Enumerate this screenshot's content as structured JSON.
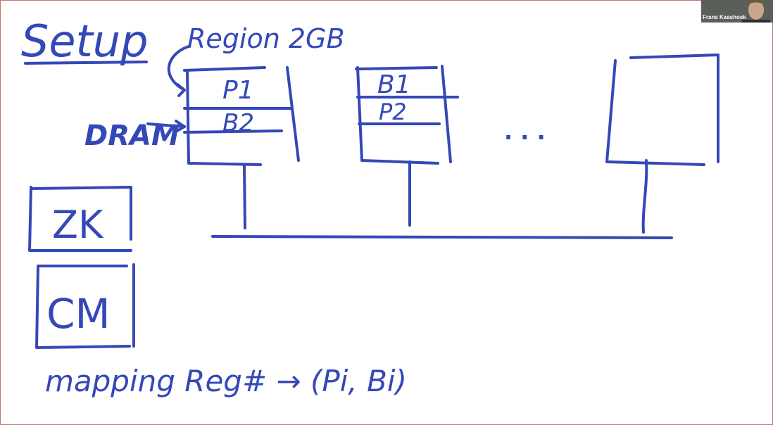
{
  "whiteboard": {
    "title": "Setup",
    "region_label": "Region 2GB",
    "dram_label": "DRAM",
    "node1": {
      "top": "P1",
      "bottom": "B2"
    },
    "node2": {
      "top": "B1",
      "bottom": "P2"
    },
    "ellipsis": "· · ·",
    "zk_box": "ZK",
    "cm_box": "CM",
    "mapping_text": "mapping Reg# → (Pi, Bi)",
    "ink_color": "#3448b8"
  },
  "video_tile": {
    "participant_name": "Frans Kaashoek"
  }
}
